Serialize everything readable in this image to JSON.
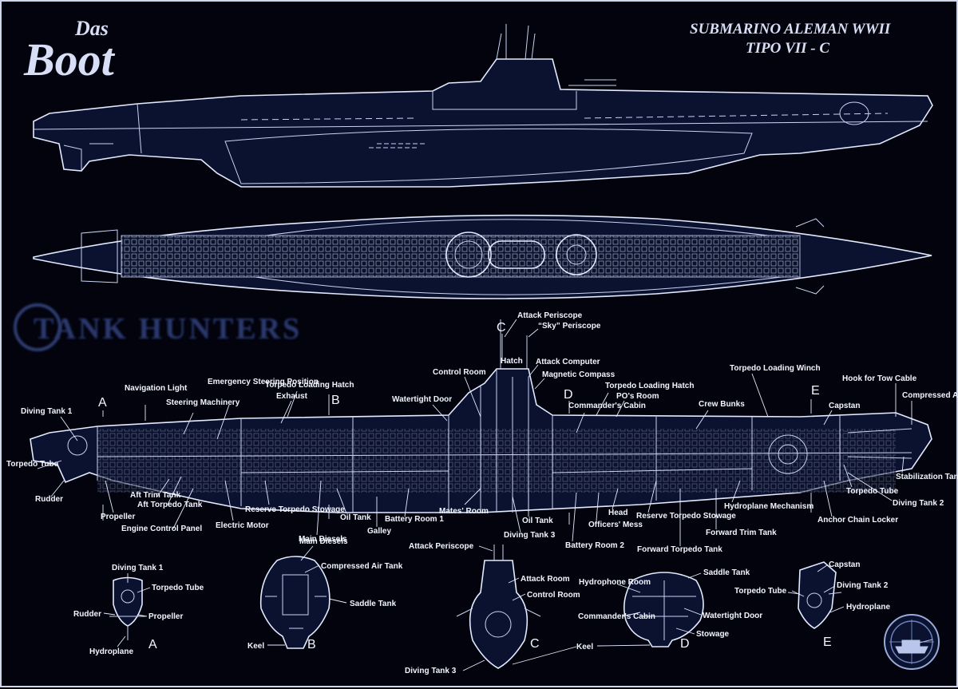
{
  "logo": {
    "line1": "Das",
    "line2": "Boot"
  },
  "title": {
    "line1": "SUBMARINO ALEMAN WWII",
    "line2": "TIPO VII - C"
  },
  "watermark": "TANK HUNTERS",
  "section_markers": [
    "A",
    "B",
    "C",
    "D",
    "E"
  ],
  "labels": {
    "attack_periscope": "Attack Periscope",
    "sky_periscope": "“Sky” Periscope",
    "control_room": "Control Room",
    "hatch": "Hatch",
    "attack_computer": "Attack Computer",
    "magnetic_compass": "Magnetic Compass",
    "torpedo_loading_hatch_aft": "Torpedo Loading Hatch",
    "exhaust": "Exhaust",
    "emergency_steering": "Emergency Steering Position",
    "navigation_light": "Navigation Light",
    "steering_machinery": "Steering Machinery",
    "diving_tank_1": "Diving Tank 1",
    "torpedo_tube_aft": "Torpedo Tube",
    "rudder": "Rudder",
    "propeller": "Propeller",
    "aft_trim_tank": "Aft Trim Tank",
    "aft_torpedo_tank": "Aft Torpedo Tank",
    "engine_control_panel": "Engine Control Panel",
    "electric_motor": "Electric Motor",
    "reserve_torpedo_stowage_aft": "Reserve Torpedo Stowage",
    "main_diesels": "Main Diesels",
    "oil_tank_aft": "Oil Tank",
    "galley": "Galley",
    "battery_room_1": "Battery Room 1",
    "watertight_door": "Watertight Door",
    "mates_room": "Mates' Room",
    "oil_tank_fwd": "Oil Tank",
    "diving_tank_3": "Diving Tank 3",
    "torpedo_loading_hatch_fwd": "Torpedo Loading Hatch",
    "pos_room": "PO's Room",
    "commanders_cabin": "Commander's Cabin",
    "battery_room_2": "Battery Room 2",
    "officers_mess": "Officers' Mess",
    "head": "Head",
    "reserve_torpedo_stowage_fwd": "Reserve Torpedo Stowage",
    "forward_torpedo_tank": "Forward Torpedo Tank",
    "crew_bunks": "Crew Bunks",
    "torpedo_loading_winch": "Torpedo Loading Winch",
    "hydroplane_mechanism": "Hydroplane Mechanism",
    "forward_trim_tank": "Forward Trim Tank",
    "capstan": "Capstan",
    "hook_tow_cable": "Hook for Tow Cable",
    "compressed_air_tank": "Compressed Air Tank",
    "stabilization_tank": "Stabilization Tank",
    "diving_tank_2": "Diving Tank 2",
    "torpedo_tube_fwd": "Torpedo Tube",
    "anchor_chain_locker": "Anchor Chain Locker"
  },
  "cross_sections": {
    "a": {
      "diving_tank_1": "Diving Tank 1",
      "torpedo_tube": "Torpedo Tube",
      "rudder": "Rudder",
      "propeller": "Propeller",
      "hydroplane": "Hydroplane"
    },
    "b": {
      "main_diesels": "Main Diesels",
      "compressed_air_tank": "Compressed Air Tank",
      "saddle_tank": "Saddle Tank",
      "keel": "Keel"
    },
    "c": {
      "attack_periscope": "Attack Periscope",
      "attack_room": "Attack Room",
      "control_room": "Control Room",
      "diving_tank_3": "Diving Tank 3"
    },
    "d": {
      "saddle_tank": "Saddle Tank",
      "hydrophone_room": "Hydrophone Room",
      "watertight_door": "Watertight Door",
      "commanders_cabin": "Commander's Cabin",
      "stowage": "Stowage",
      "keel": "Keel"
    },
    "e": {
      "capstan": "Capstan",
      "torpedo_tube": "Torpedo Tube",
      "diving_tank_2": "Diving Tank 2",
      "hydroplane": "Hydroplane"
    }
  }
}
